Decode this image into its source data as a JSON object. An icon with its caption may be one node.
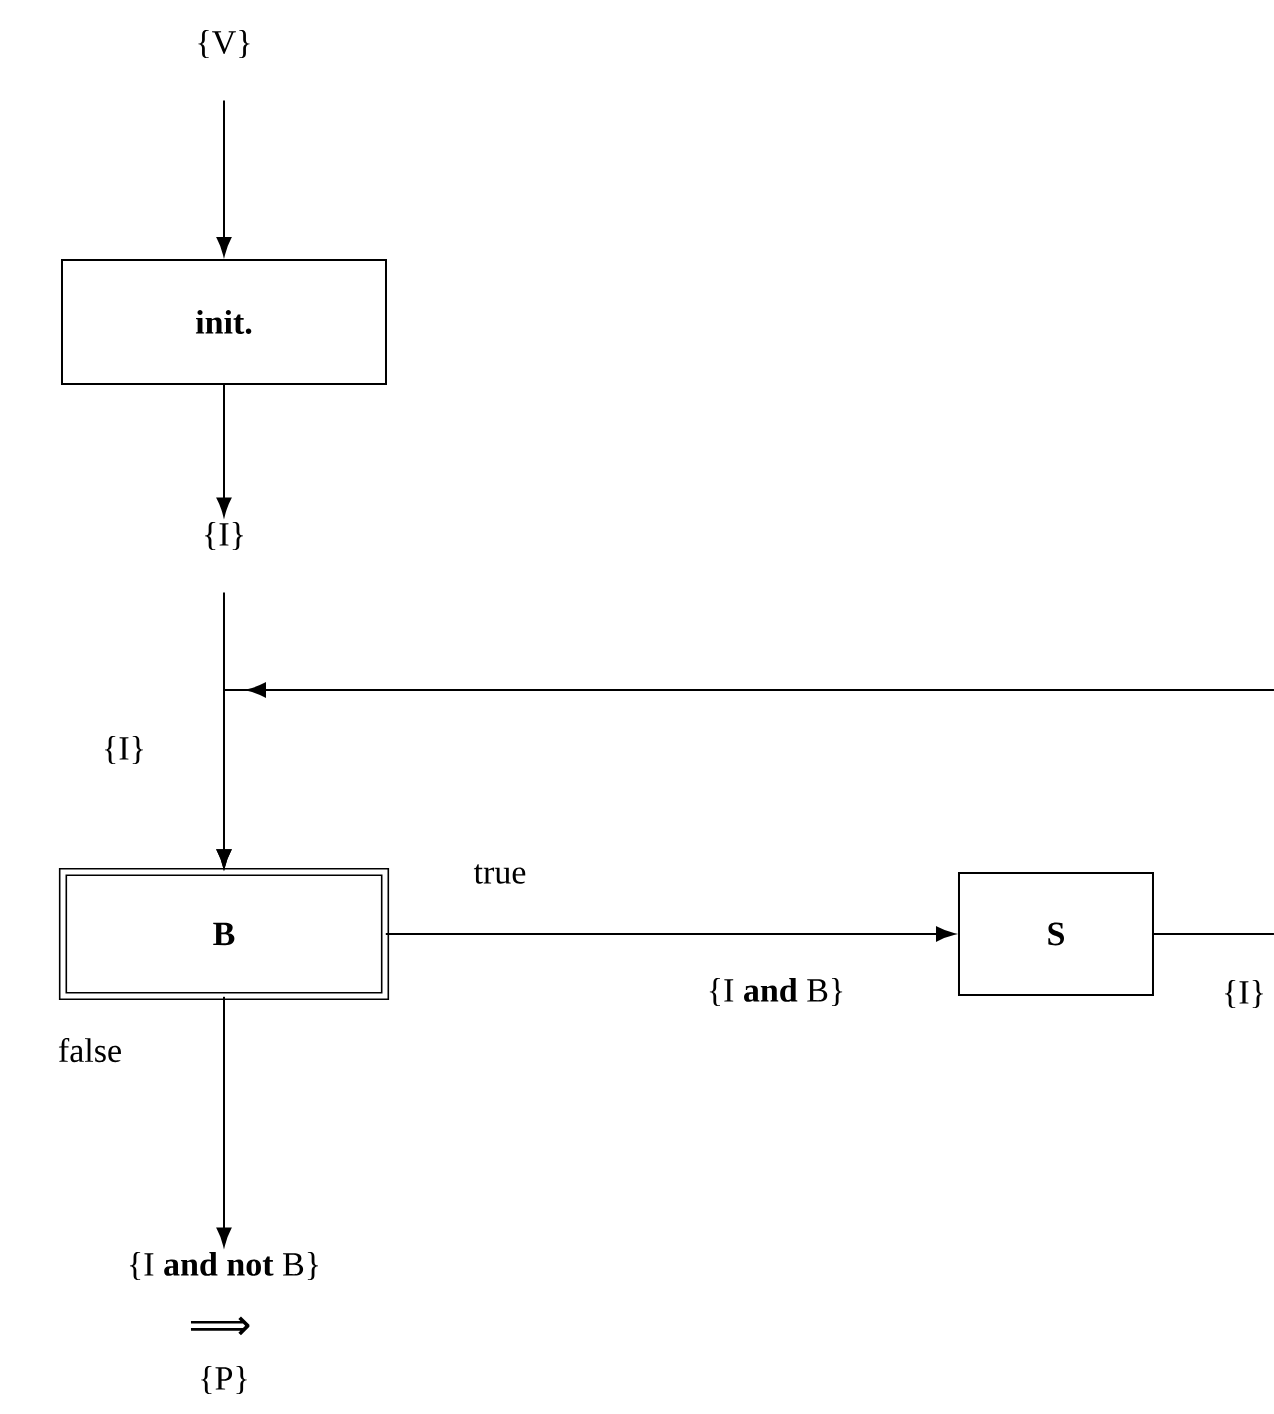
{
  "diagram": {
    "nodes": [
      {
        "text": [
          "{V}"
        ]
      },
      {
        "text": [
          "**init.**"
        ]
      },
      {
        "text": [
          "{I}"
        ]
      },
      {
        "text": [
          "**B**"
        ]
      },
      {
        "text": [
          "**S**"
        ]
      },
      {
        "text": [
          "{I **and not** B}"
        ]
      },
      {
        "text": [
          "{P}"
        ]
      }
    ],
    "edges": [
      {
        "from": 0,
        "to": 1,
        "arrow": "to"
      },
      {
        "from": 1,
        "to": 2,
        "arrow": "to"
      },
      {
        "from": 2,
        "to": 3,
        "arrow": "to",
        "label": "{I}"
      },
      {
        "from": 3,
        "to": 4,
        "arrow": "to",
        "label": "true"
      },
      {
        "from": 3,
        "to": 5,
        "arrow": "to",
        "label": "false"
      },
      {
        "from": 4,
        "to": null,
        "arrow": "none",
        "label": "{I}"
      },
      {
        "from": null,
        "to": 3,
        "arrow": "to"
      }
    ],
    "labels": [
      "{I **and** B}",
      "⟹"
    ]
  }
}
